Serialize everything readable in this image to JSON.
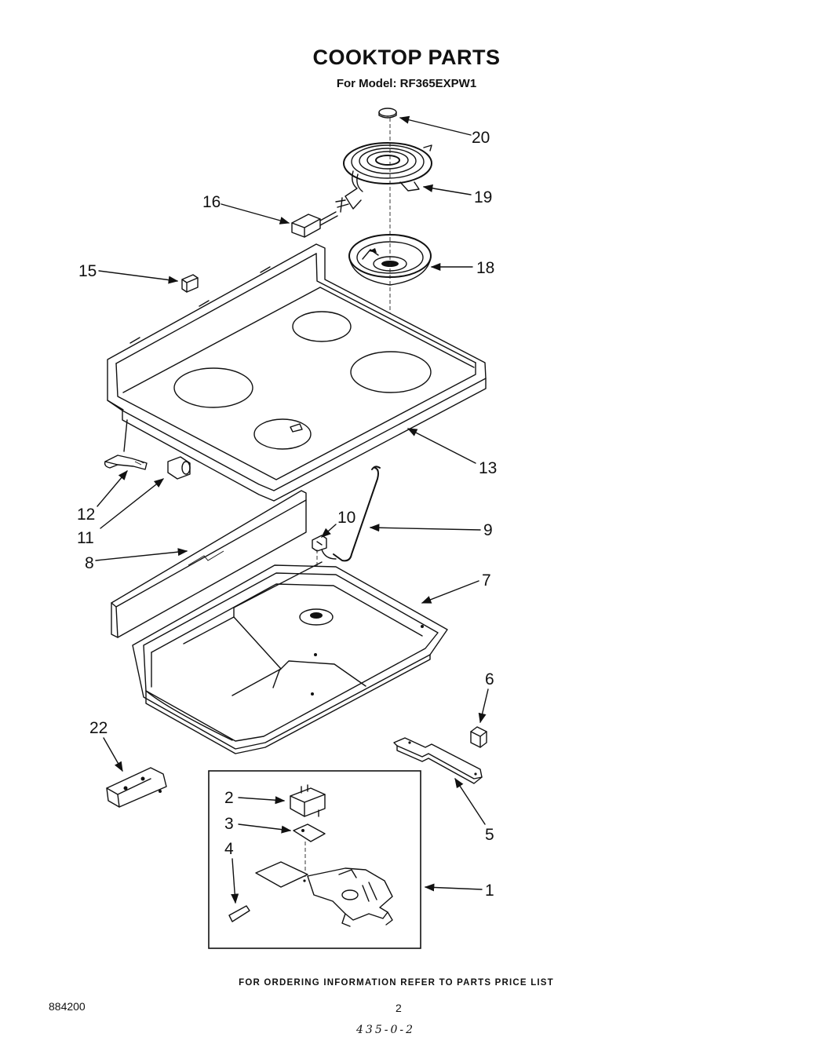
{
  "header": {
    "title": "COOKTOP PARTS",
    "model": "For Model: RF365EXPW1"
  },
  "callouts": [
    "1",
    "2",
    "3",
    "4",
    "5",
    "6",
    "7",
    "8",
    "9",
    "10",
    "11",
    "12",
    "13",
    "15",
    "16",
    "18",
    "19",
    "20",
    "22"
  ],
  "footer": {
    "note": "FOR ORDERING INFORMATION REFER TO PARTS PRICE LIST",
    "doc_number": "884200",
    "page_number": "2",
    "handwriting": "435-0-2"
  }
}
